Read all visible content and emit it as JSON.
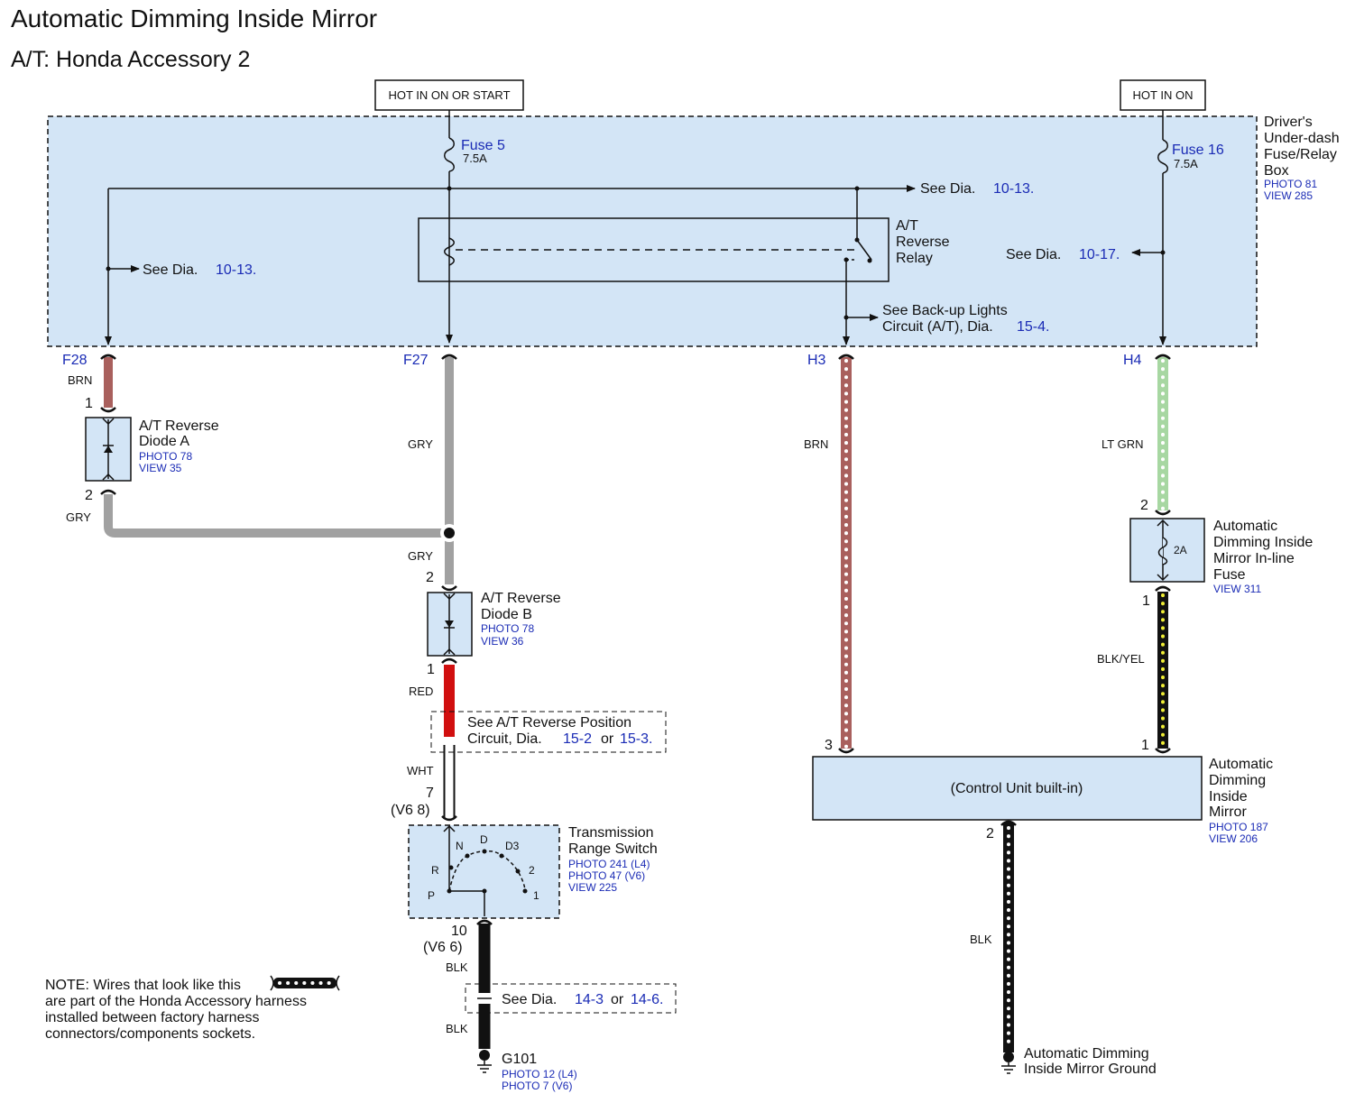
{
  "title": "Automatic Dimming Inside Mirror",
  "subtitle": "A/T: Honda Accessory 2",
  "power_labels": {
    "left": "HOT IN ON OR START",
    "right": "HOT IN ON"
  },
  "fuse_box": {
    "name_lines": [
      "Driver's",
      "Under-dash",
      "Fuse/Relay",
      "Box"
    ],
    "photo": "PHOTO 81",
    "view": "VIEW 285",
    "fuse5": {
      "name": "Fuse 5",
      "rating": "7.5A"
    },
    "fuse16": {
      "name": "Fuse 16",
      "rating": "7.5A"
    },
    "relay_lines": [
      "A/T",
      "Reverse",
      "Relay"
    ],
    "ref_top": {
      "prefix": "See Dia.",
      "ref": "10-13."
    },
    "ref_left": {
      "prefix": "See  Dia.",
      "ref": "10-13."
    },
    "ref_right": {
      "prefix": "See  Dia.",
      "ref": "10-17."
    },
    "ref_backup": {
      "line1": "See Back-up Lights",
      "line2_prefix": "Circuit (A/T),  Dia.",
      "ref": "15-4."
    },
    "terminals": [
      "F28",
      "F27",
      "H3",
      "H4"
    ]
  },
  "diode_a": {
    "name_lines": [
      "A/T Reverse",
      "Diode A"
    ],
    "photo": "PHOTO 78",
    "view": "VIEW 35",
    "pin_top": "1",
    "pin_bottom": "2"
  },
  "diode_b": {
    "name_lines": [
      "A/T Reverse",
      "Diode B"
    ],
    "photo": "PHOTO 78",
    "view": "VIEW 36",
    "pin_top": "2",
    "pin_bottom": "1"
  },
  "wires": {
    "f28_brn": "BRN",
    "diode_a_gry": "GRY",
    "f27_gry": "GRY",
    "gry_to_b": "GRY",
    "red": "RED",
    "wht": "WHT",
    "h3_brn": "BRN",
    "h4_ltgrn": "LT GRN",
    "blk_yel": "BLK/YEL",
    "blk_1": "BLK",
    "blk_2": "BLK",
    "mirror_blk": "BLK"
  },
  "reverse_position_ref": {
    "line1": "See A/T Reverse Position",
    "line2_prefix": "Circuit, Dia.",
    "ref1": "15-2",
    "or": "or",
    "ref2": "15-3."
  },
  "trans_switch": {
    "name_lines": [
      "Transmission",
      "Range Switch"
    ],
    "photos": [
      "PHOTO 241 (L4)",
      "PHOTO 47 (V6)",
      "VIEW 225"
    ],
    "pin_top": "7",
    "pin_top_v6": "(V6 8)",
    "pin_bottom": "10",
    "pin_bottom_v6": "(V6 6)",
    "positions": [
      "P",
      "R",
      "N",
      "D",
      "D3",
      "2",
      "1"
    ]
  },
  "ground_ref": {
    "prefix": "See Dia.",
    "ref1": "14-3",
    "or": "or",
    "ref2": "14-6."
  },
  "g101": {
    "name": "G101",
    "photos": [
      "PHOTO 12 (L4)",
      "PHOTO 7 (V6)"
    ]
  },
  "inline_fuse": {
    "name_lines": [
      "Automatic",
      "Dimming Inside",
      "Mirror In-line",
      "Fuse"
    ],
    "view": "VIEW 311",
    "rating": "2A",
    "pin_top": "2",
    "pin_bottom": "1"
  },
  "mirror": {
    "body": "(Control Unit built-in)",
    "name_lines": [
      "Automatic",
      "Dimming",
      "Inside",
      "Mirror"
    ],
    "photo": "PHOTO 187",
    "view": "VIEW 206",
    "pin_left": "3",
    "pin_right": "1",
    "pin_ground": "2"
  },
  "mirror_ground": {
    "name_lines": [
      "Automatic Dimming",
      "Inside Mirror Ground"
    ]
  },
  "note": {
    "lines": [
      "NOTE: Wires that look like this",
      "are part of the Honda Accessory harness",
      "installed between factory harness",
      "connectors/components sockets."
    ]
  },
  "colors": {
    "fuse_box_fill": "#d3e5f6",
    "brn": "#a9605d",
    "gry": "#a1a1a1",
    "red": "#d10f0f",
    "lt_grn": "#a7d7a2",
    "blk": "#111111",
    "yel": "#f0ee35",
    "ref_blue": "#1a2bb5"
  }
}
